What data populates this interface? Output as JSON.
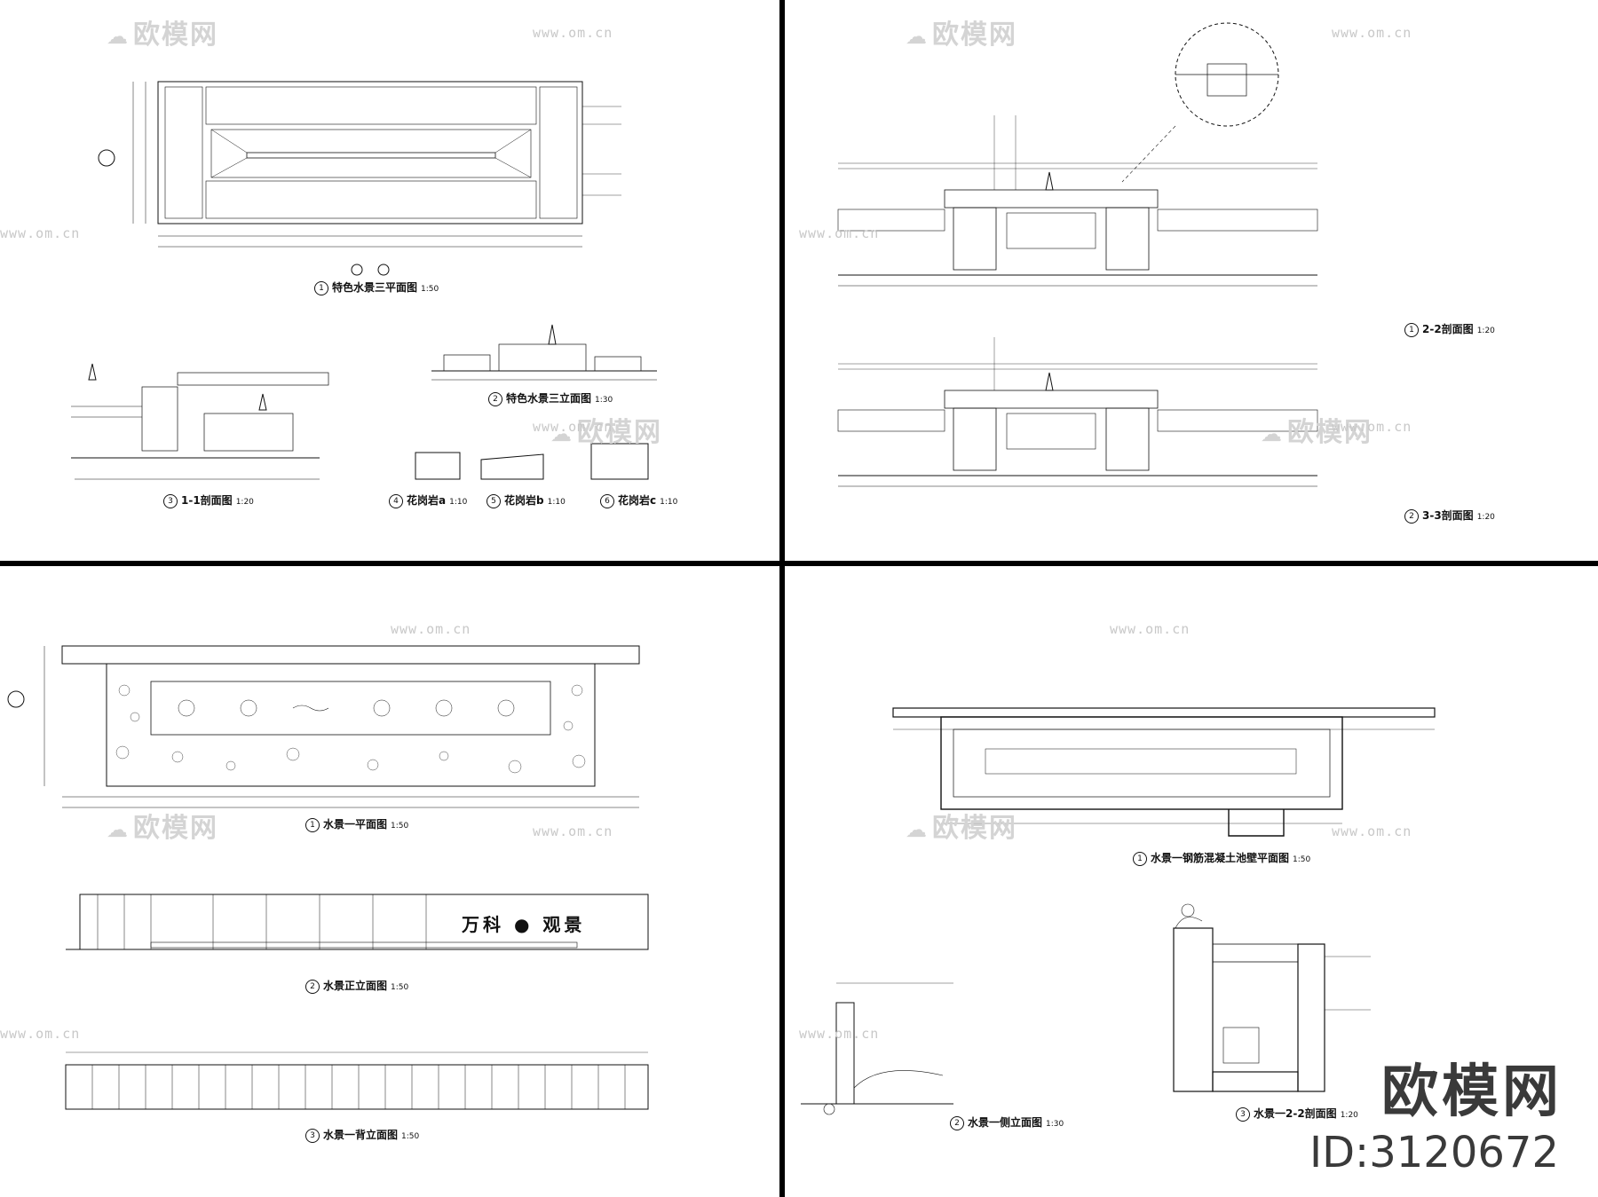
{
  "sheets": [
    {
      "drawings": [
        {
          "num": "1",
          "title": "特色水景三平面图",
          "scale": "1:50"
        },
        {
          "num": "2",
          "title": "特色水景三立面图",
          "scale": "1:30"
        },
        {
          "num": "3",
          "title": "1-1剖面图",
          "scale": "1:20"
        },
        {
          "num": "4",
          "title": "花岗岩a",
          "scale": "1:10"
        },
        {
          "num": "5",
          "title": "花岗岩b",
          "scale": "1:10"
        },
        {
          "num": "6",
          "title": "花岗岩c",
          "scale": "1:10"
        }
      ]
    },
    {
      "drawings": [
        {
          "num": "1",
          "title": "2-2剖面图",
          "scale": "1:20"
        },
        {
          "num": "2",
          "title": "3-3剖面图",
          "scale": "1:20"
        }
      ]
    },
    {
      "drawings": [
        {
          "num": "1",
          "title": "水景一平面图",
          "scale": "1:50"
        },
        {
          "num": "2",
          "title": "水景正立面图",
          "scale": "1:50"
        },
        {
          "num": "3",
          "title": "水景一背立面图",
          "scale": "1:50"
        }
      ],
      "sign_text": "万科 ● 观景"
    },
    {
      "drawings": [
        {
          "num": "1",
          "title": "水景一钢筋混凝土池壁平面图",
          "scale": "1:50"
        },
        {
          "num": "2",
          "title": "水景一侧立面图",
          "scale": "1:30"
        },
        {
          "num": "3",
          "title": "水景一2-2剖面图",
          "scale": "1:20"
        }
      ]
    }
  ],
  "watermark": {
    "site": "www.om.cn",
    "logo": "欧模网"
  },
  "brand": {
    "name": "欧模网",
    "id": "ID:3120672"
  },
  "colors": {
    "line": "#111111",
    "watermark": "#c8c8c8",
    "brand": "#3a3a3a"
  }
}
